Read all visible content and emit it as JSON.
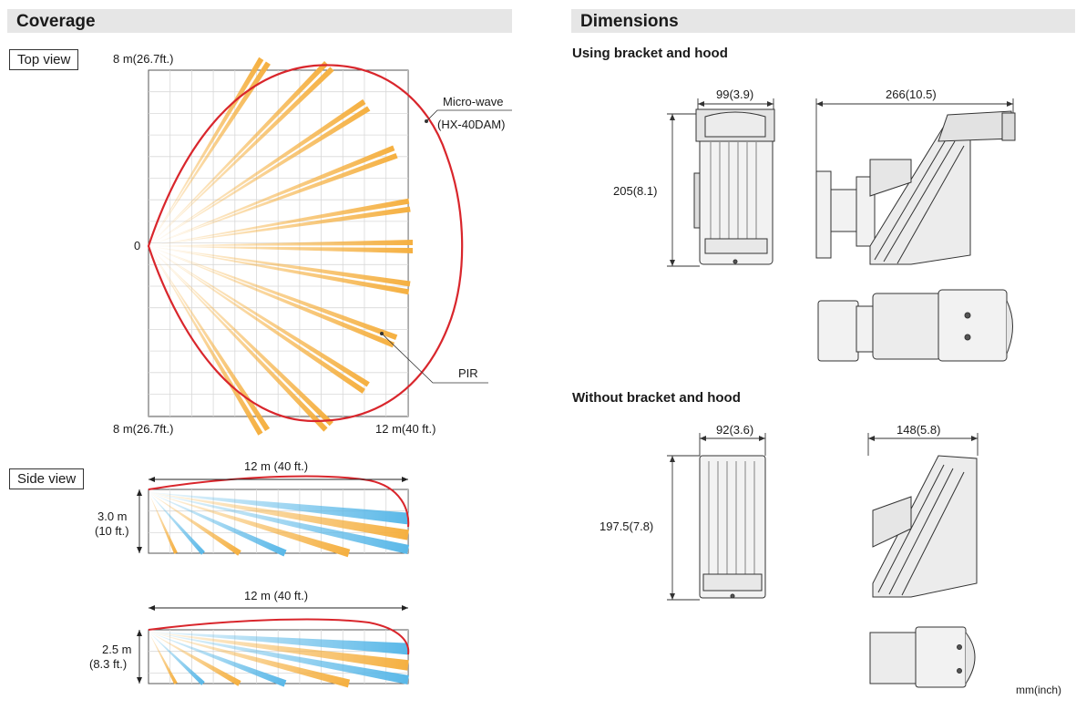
{
  "coverage": {
    "header": "Coverage",
    "top_view": {
      "button": "Top view",
      "label_top": "8 m(26.7ft.)",
      "label_zero": "0",
      "label_bottom": "8 m(26.7ft.)",
      "label_range": "12 m(40 ft.)",
      "micro_wave_line1": "Micro-wave",
      "micro_wave_line2": "(HX-40DAM)",
      "pir": "PIR"
    },
    "side_view": {
      "button": "Side view",
      "chart1": {
        "range": "12 m (40 ft.)",
        "height_line1": "3.0 m",
        "height_line2": "(10 ft.)"
      },
      "chart2": {
        "range": "12 m (40 ft.)",
        "height_line1": "2.5 m",
        "height_line2": "(8.3 ft.)"
      }
    }
  },
  "dimensions": {
    "header": "Dimensions",
    "with_bracket": {
      "title": "Using bracket and hood",
      "width_front": "99(3.9)",
      "height": "205(8.1)",
      "depth": "266(10.5)"
    },
    "without_bracket": {
      "title": "Without bracket and hood",
      "width_front": "92(3.6)",
      "height": "197.5(7.8)",
      "depth": "148(5.8)"
    },
    "unit_note": "mm(inch)"
  },
  "colors": {
    "microwave": "#d9262c",
    "pir_beam": "#f5b041",
    "side_beam_blue": "#5ab8e8",
    "grid": "#d8d8d8",
    "header_bg": "#e6e6e6"
  }
}
